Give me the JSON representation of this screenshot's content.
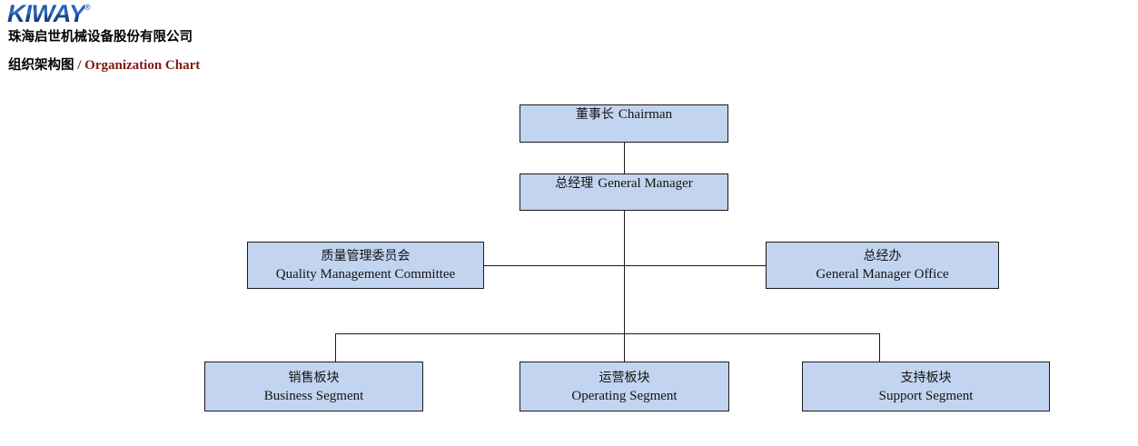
{
  "header": {
    "logo_text": "KIWAY",
    "logo_registered": "®",
    "company_name_cn": "珠海启世机械设备股份有限公司",
    "chart_title_cn": "组织架构图",
    "chart_title_en": "/ Organization Chart",
    "brand_color": "#1b4f9c",
    "title_en_color": "#7b1b14"
  },
  "chart_data": {
    "type": "diagram",
    "diagram_kind": "org-chart",
    "title": "组织架构图 / Organization Chart",
    "node_fill": "#c2d4ef",
    "node_border": "#1a1a1a",
    "line_color": "#1a1a1a",
    "levels": [
      {
        "level": 1,
        "nodes": [
          {
            "id": "chairman",
            "cn": "董事长",
            "en": "Chairman",
            "layout": "inline"
          }
        ]
      },
      {
        "level": 2,
        "nodes": [
          {
            "id": "general-manager",
            "cn": "总经理",
            "en": "General Manager",
            "layout": "inline"
          }
        ]
      },
      {
        "level": 3,
        "nodes": [
          {
            "id": "quality-management-committee",
            "cn": "质量管理委员会",
            "en": "Quality Management Committee",
            "layout": "stacked"
          },
          {
            "id": "general-manager-office",
            "cn": "总经办",
            "en": "General Manager Office",
            "layout": "stacked"
          }
        ]
      },
      {
        "level": 4,
        "nodes": [
          {
            "id": "business-segment",
            "cn": "销售板块",
            "en": "Business Segment",
            "layout": "stacked"
          },
          {
            "id": "operating-segment",
            "cn": "运营板块",
            "en": "Operating Segment",
            "layout": "stacked"
          },
          {
            "id": "support-segment",
            "cn": "支持板块",
            "en": "Support Segment",
            "layout": "stacked"
          }
        ]
      }
    ],
    "edges": [
      {
        "from": "chairman",
        "to": "general-manager"
      },
      {
        "from": "general-manager",
        "to": "quality-management-committee"
      },
      {
        "from": "general-manager",
        "to": "general-manager-office"
      },
      {
        "from": "general-manager",
        "to": "business-segment"
      },
      {
        "from": "general-manager",
        "to": "operating-segment"
      },
      {
        "from": "general-manager",
        "to": "support-segment"
      }
    ]
  }
}
